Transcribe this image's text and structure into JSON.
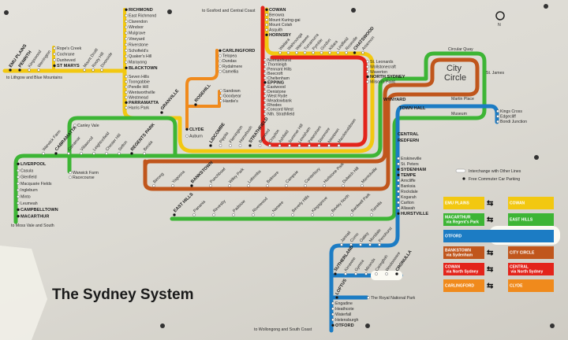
{
  "title": "The Sydney System",
  "city_circle_label": [
    "City",
    "Circle"
  ],
  "compass": "N",
  "notes": {
    "gosford": "to Gosford and Central Coast",
    "lithgow": "to Lithgow and Blue Mountains",
    "moss_vale": "to Moss Vale and South",
    "wollongong": "to Wollongong and South Coast"
  },
  "legend": {
    "interchange": "Interchange with Other Lines",
    "parking": "Free Commuter Car Parking"
  },
  "routes": [
    {
      "from": "EMU PLAINS",
      "to": "COWAN",
      "color_from": "#f2c811",
      "color_to": "#f2c811"
    },
    {
      "from": "MACARTHUR via Regent's Park",
      "to": "EAST HILLS",
      "color_from": "#3db535",
      "color_to": "#3db535"
    },
    {
      "from": "OTFORD",
      "to": "",
      "color_from": "#1c7cc4",
      "color_to": "#1c7cc4"
    },
    {
      "from": "BANKSTOWN via Sydenham",
      "to": "CITY CIRCLE",
      "color_from": "#c0561c",
      "color_to": "#c0561c"
    },
    {
      "from": "COWAN via North Sydney",
      "to": "CENTRAL via North Sydney",
      "color_from": "#e3241b",
      "color_to": "#e3241b"
    },
    {
      "from": "CARLINGFORD",
      "to": "CLYDE",
      "color_from": "#f08a1c",
      "color_to": "#f08a1c"
    }
  ],
  "colors": {
    "yellow": "#f2c811",
    "red": "#e3241b",
    "green": "#3db535",
    "brown": "#c0561c",
    "blue": "#1c7cc4",
    "orange": "#f08a1c"
  },
  "stations": {
    "richmond": [
      "RICHMOND",
      "East Richmond",
      "Clarendon",
      "Windsor",
      "Mulgrave",
      "Vineyard",
      "Riverstone",
      "Schofield's",
      "Quaker's Hill",
      "Marayong",
      "BLACKTOWN"
    ],
    "emu": [
      "EMU PLAINS",
      "PENRITH",
      "Kingswood",
      "Werrington"
    ],
    "stmarys": [
      "Rope's Creek",
      "Cochrane",
      "Dunheved",
      "ST MARYS"
    ],
    "druitt": [
      "Mount Druitt",
      "Rooty Hill",
      "Doonside"
    ],
    "parramatta": [
      "Seven Hills",
      "Toongabbie",
      "Pendle Hill",
      "Wentworthville",
      "Westmead",
      "PARRAMATTA",
      "Harris Park"
    ],
    "granville": [
      "GRANVILLE"
    ],
    "cowan": [
      "COWAN",
      "Berowra",
      "Mount Kuring-gai",
      "Mount Colah",
      "Asquith",
      "HORNSBY"
    ],
    "northshore": [
      "Waitara",
      "Wahroonga",
      "Warrawee",
      "Turramurra",
      "Pymble",
      "Gordon",
      "Killara",
      "Lindfield",
      "Roseville",
      "CHATSWOOD",
      "Artarmon"
    ],
    "stleonards": [
      "St. Leonards",
      "Wollstonecraft",
      "Waverton",
      "NORTH SYDNEY",
      "Milson's Point"
    ],
    "northern": [
      "Normanhurst",
      "Thornleigh",
      "Pennant Hills",
      "Beecroft",
      "Cheltenham",
      "EPPING",
      "Eastwood",
      "Denistone",
      "West Ryde",
      "Meadowbank",
      "Rhodes",
      "Concord West",
      "Nth. Strathfield"
    ],
    "carlingford": [
      "CARLINGFORD",
      "Telopea",
      "Dundas",
      "Rydalmere",
      "Camellia"
    ],
    "sandown": [
      "Sandown",
      "Goodyear",
      "Hardie's"
    ],
    "rosehill": [
      "ROSEHILL"
    ],
    "clyde": [
      "CLYDE",
      "Auburn"
    ],
    "innerwest": [
      "LIDCOMBE",
      "Pippita",
      "Flemington",
      "Homebush",
      "STRATHFIELD",
      "Burwood",
      "Croydon",
      "Ashfield",
      "Summer Hill",
      "Lewisham",
      "Petersham",
      "Stanmore",
      "Newtown",
      "Macdonaldtown"
    ],
    "bankstown": [
      "Birrong",
      "Yagoona",
      "BANKSTOWN",
      "Punchbowl",
      "Wiley Park",
      "Lakemba",
      "Belmore",
      "Campsie",
      "Canterbury",
      "Hurlstone Park",
      "Dulwich Hill",
      "Marrickville"
    ],
    "easthills": [
      "EAST HILLS",
      "Panania",
      "Revesby",
      "Padstow",
      "Riverwood",
      "Narwee",
      "Beverly Hills",
      "Kingsgrove",
      "Bexley North",
      "Bardwell Park",
      "Turrella"
    ],
    "liverpool": [
      "LIVERPOOL",
      "Casula",
      "Glenfield",
      "Macquarie Fields",
      "Ingleburn",
      "Minto",
      "Leumeah",
      "CAMPBELLTOWN",
      "MACARTHUR"
    ],
    "cabramatta": [
      "Warwick Farm",
      "CABRAMATTA",
      "Carramar",
      "Villawood",
      "Leightonfield",
      "Chester Hill",
      "Sefton",
      "REGENTS PARK",
      "Berala"
    ],
    "canley": [
      "Canley Vale"
    ],
    "racecourse": [
      "Warwick Farm",
      "Racecourse"
    ],
    "city": {
      "wynyard": "WYNYARD",
      "townhall": "TOWN HALL",
      "central": "CENTRAL",
      "redfern": "REDFERN",
      "martin": "Martin Place",
      "museum": "Museum",
      "stjames": "St. James",
      "quay": "Circular Quay"
    },
    "eastern": [
      "Kings Cross",
      "Edgecliff",
      "Bondi Junction"
    ],
    "illawarra": [
      "Erskineville",
      "St. Peters",
      "SYDENHAM",
      "TEMPE",
      "Arncliffe",
      "Banksia",
      "Rockdale",
      "Kogarah",
      "Carlton",
      "Allawah",
      "HURSTVILLE"
    ],
    "como": [
      "Jannali",
      "Como",
      "Oatley",
      "Mortdale",
      "Penshurst"
    ],
    "cronulla": [
      "SUTHERLAND",
      "Kirrawee",
      "Gymea",
      "Miranda",
      "Caringbah",
      "Woolooware",
      "CRONULLA"
    ],
    "loftus": [
      "LOFTUS"
    ],
    "rnp": [
      "The Royal National Park"
    ],
    "south": [
      "Engadine",
      "Heathcote",
      "Waterfall",
      "Helensburgh",
      "OTFORD"
    ]
  }
}
